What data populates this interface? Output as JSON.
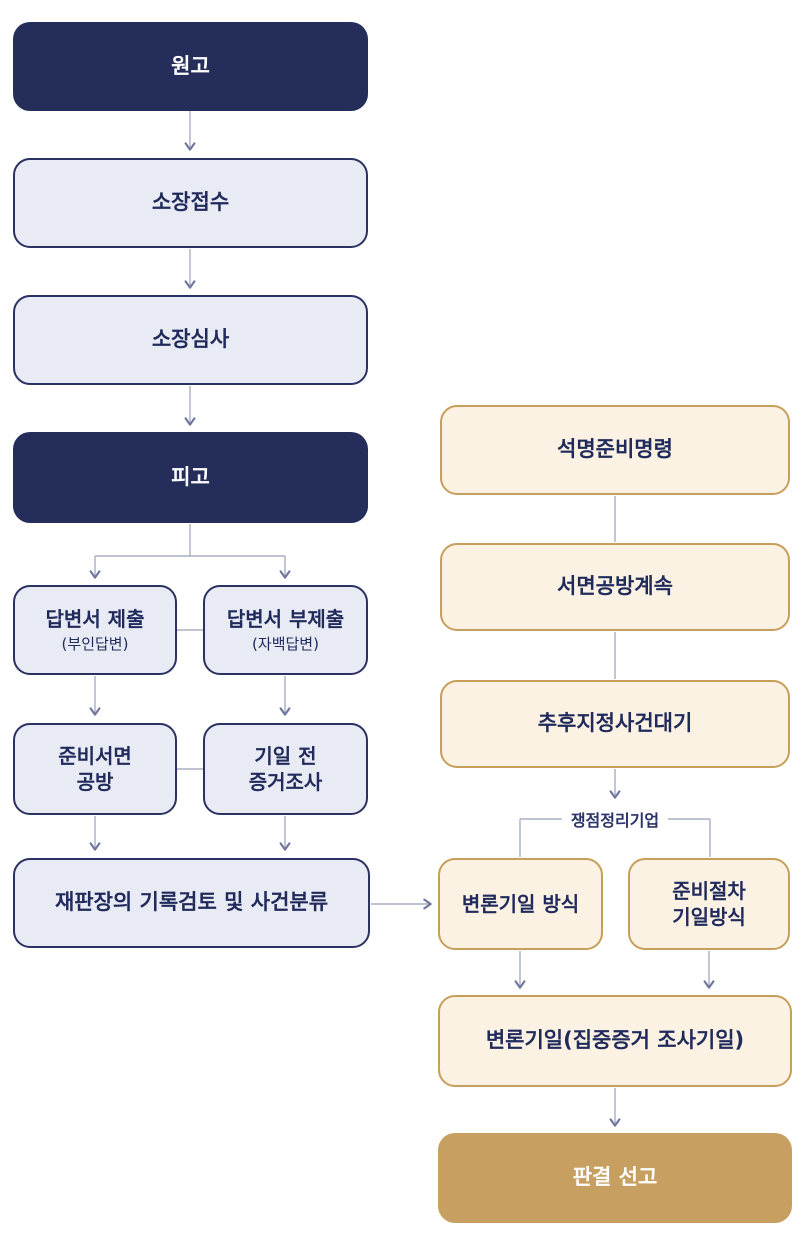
{
  "diagram_type": "flowchart",
  "colors": {
    "navy_fill": "#252E5B",
    "light_fill": "#E9EBF4",
    "light_border": "#2B3262",
    "cream_fill": "#FBF2E4",
    "cream_border": "#C79F5B",
    "gold_fill": "#C7A061",
    "text_navy": "#202B5C",
    "text_white": "#FFFFFF",
    "connector_line": "#A9AEC2",
    "arrowhead": "#6F779F"
  },
  "nodes": {
    "plaintiff": {
      "label": "원고"
    },
    "complaint_filing": {
      "label": "소장접수"
    },
    "complaint_review": {
      "label": "소장심사"
    },
    "defendant": {
      "label": "피고"
    },
    "answer_submitted": {
      "label": "답변서 제출",
      "sublabel": "(부인답변)"
    },
    "answer_not_submitted": {
      "label": "답변서 부제출",
      "sublabel": "(자백답변)"
    },
    "brief_exchange": {
      "label": "준비서면\n공방"
    },
    "pretrial_evidence": {
      "label": "기일 전\n증거조사"
    },
    "record_review": {
      "label": "재판장의 기록검토 및 사건분류"
    },
    "clarification_order": {
      "label": "석명준비명령"
    },
    "written_exchange_continue": {
      "label": "서면공방계속"
    },
    "later_designation_standby": {
      "label": "추후지정사건대기"
    },
    "issue_organizing": {
      "label": "쟁점정리기업"
    },
    "hearing_date_method": {
      "label": "변론기일 방식"
    },
    "prep_procedure_method": {
      "label": "준비절차\n기일방식"
    },
    "concentrated_hearing": {
      "label": "변론기일(집중증거 조사기일)"
    },
    "judgment": {
      "label": "판결 선고"
    }
  }
}
